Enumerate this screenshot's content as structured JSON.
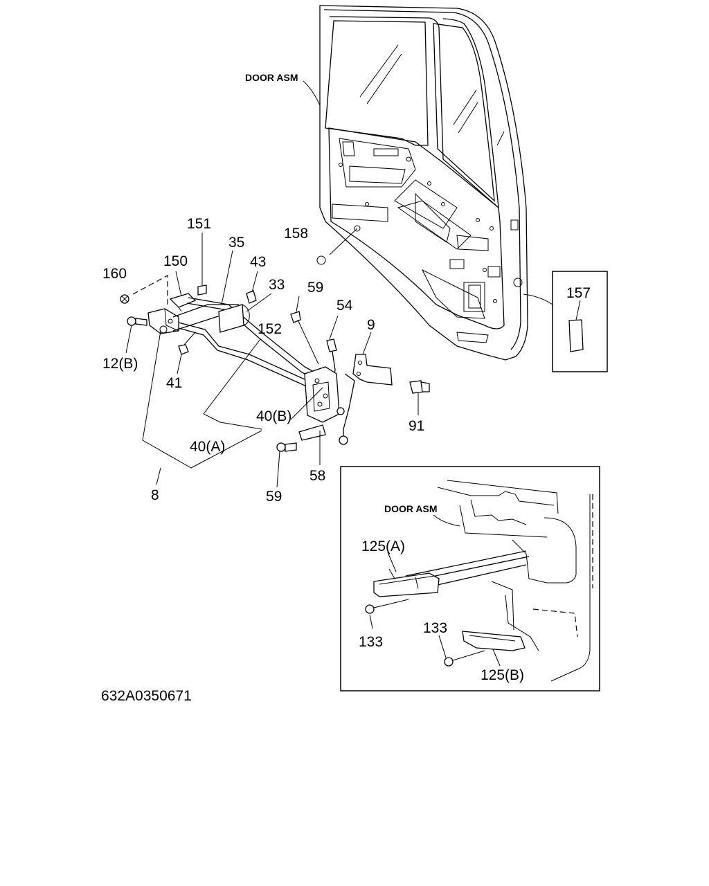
{
  "labels": {
    "door_asm_main": "DOOR ASM",
    "door_asm_inset": "DOOR ASM"
  },
  "callouts": {
    "c151": "151",
    "c35": "35",
    "c150": "150",
    "c43": "43",
    "c160": "160",
    "c33": "33",
    "c59_top": "59",
    "c158": "158",
    "c54": "54",
    "c152": "152",
    "c9": "9",
    "c12b": "12(B)",
    "c41": "41",
    "c40b": "40(B)",
    "c91": "91",
    "c40a": "40(A)",
    "c58": "58",
    "c8": "8",
    "c59_bottom": "59",
    "c157": "157",
    "c125a": "125(A)",
    "c133_left": "133",
    "c133_right": "133",
    "c125b": "125(B)"
  },
  "drawing_code": "632A0350671"
}
